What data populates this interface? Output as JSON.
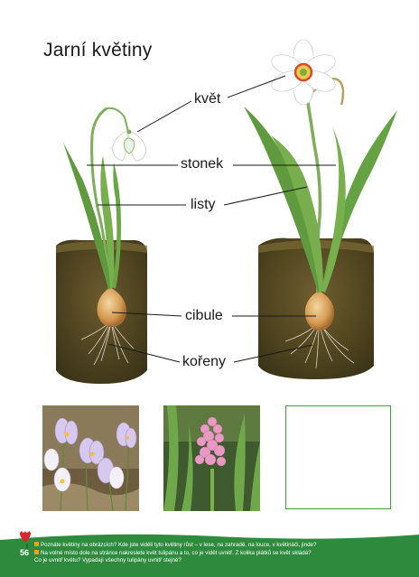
{
  "page": {
    "title": "Jarní květiny",
    "page_number": "56"
  },
  "labels": {
    "flower": "květ",
    "stem": "stonek",
    "leaves": "listy",
    "bulb": "cibule",
    "roots": "kořeny"
  },
  "photos": [
    {
      "subject": "crocus-photo"
    },
    {
      "subject": "hyacinth-photo"
    }
  ],
  "footer": {
    "line1": "Poznáte květiny na obrázcích? Kde jste viděli tyto květiny růst – v lese, na zahradě, na louce, v květináči, jinde?",
    "line2": "Na volné místo dole na stránce nakreslete květ tulipánu a to, co je vidět uvnitř. Z kolika plátků se květ skládá?",
    "line3": "Co je uvnitř květu? Vypadají všechny tulipány uvnitř stejně?"
  },
  "colors": {
    "footer_green": "#2e8b3e",
    "box_border": "#3aa53a",
    "bullet": "#f0a020"
  }
}
